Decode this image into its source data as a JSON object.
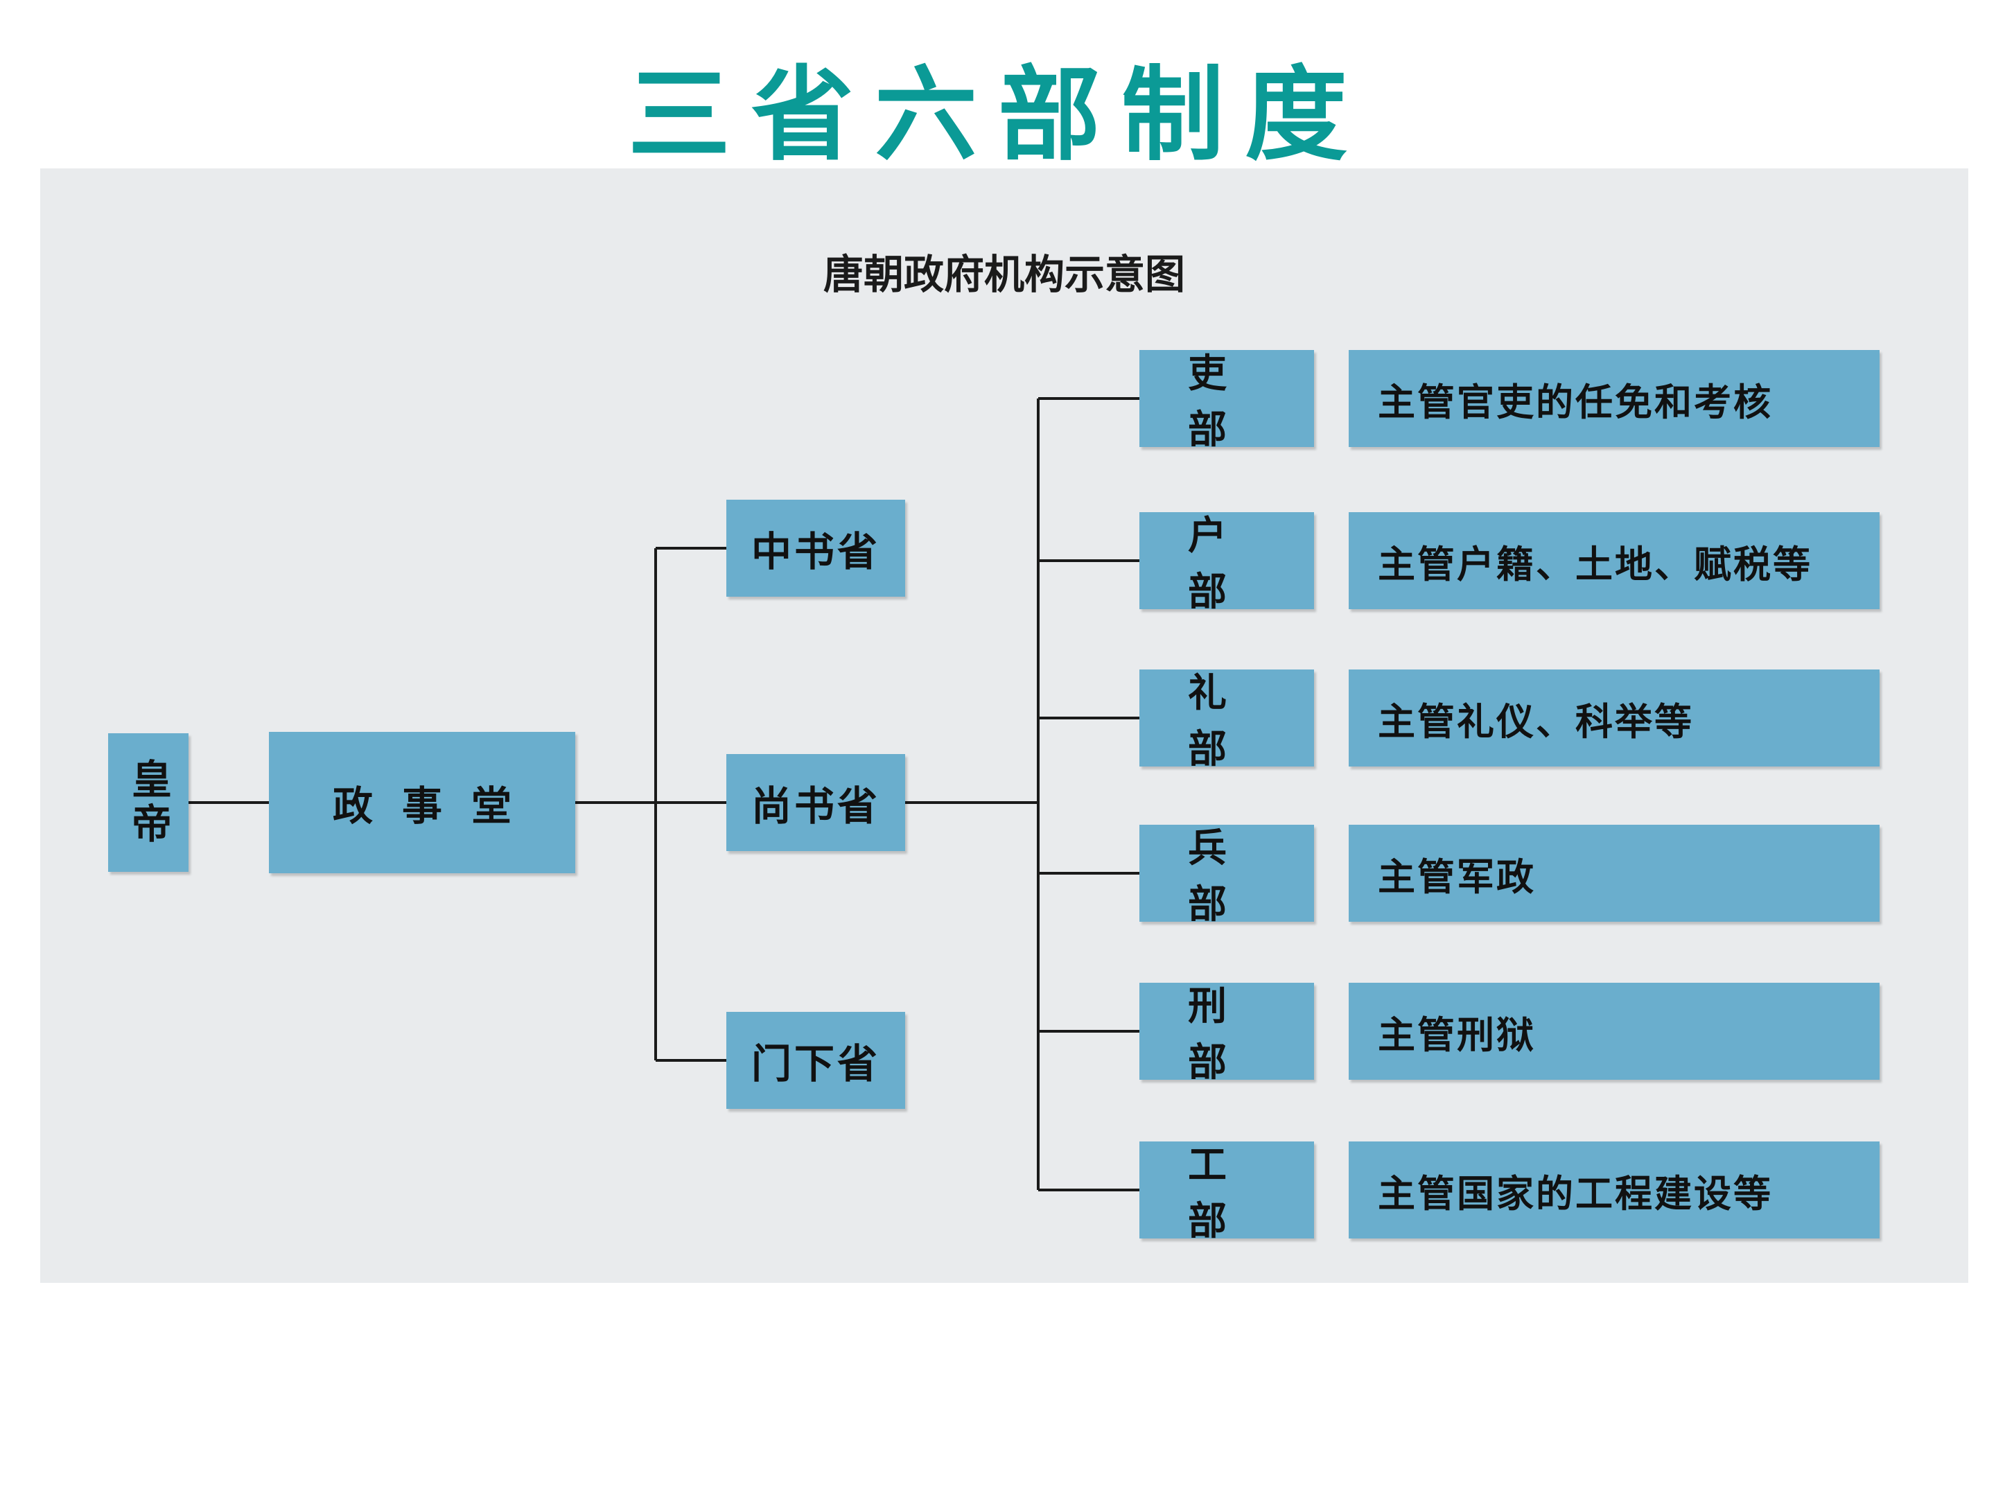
{
  "slide": {
    "title": "三省六部制度"
  },
  "diagram": {
    "title": "唐朝政府机构示意图",
    "emperor": "皇帝",
    "council": "政事堂",
    "provinces": [
      {
        "label": "中书省"
      },
      {
        "label": "尚书省"
      },
      {
        "label": "门下省"
      }
    ],
    "ministries": [
      {
        "label": "吏部",
        "duty": "主管官吏的任免和考核"
      },
      {
        "label": "户部",
        "duty": "主管户籍、土地、赋税等"
      },
      {
        "label": "礼部",
        "duty": "主管礼仪、科举等"
      },
      {
        "label": "兵部",
        "duty": "主管军政"
      },
      {
        "label": "刑部",
        "duty": "主管刑狱"
      },
      {
        "label": "工部",
        "duty": "主管国家的工程建设等"
      }
    ],
    "colors": {
      "box": "#6aaecd",
      "panel": "#e9ebed",
      "title": "#0b9a96",
      "line": "#1a1a1a"
    }
  }
}
